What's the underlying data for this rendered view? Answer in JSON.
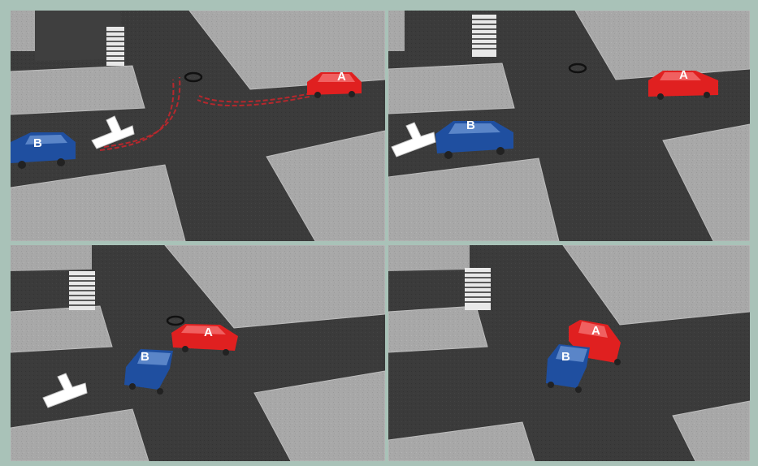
{
  "panels": [
    {
      "car_a_label": "A",
      "car_b_label": "B"
    },
    {
      "car_a_label": "A",
      "car_b_label": "B"
    },
    {
      "car_a_label": "A",
      "car_b_label": "B"
    },
    {
      "car_a_label": "A",
      "car_b_label": "B"
    }
  ],
  "colors": {
    "frame": "#a9c2b8",
    "road": "#3a3a3a",
    "sidewalk": "#a7a7a7",
    "car_a": "#e02020",
    "car_b": "#1f4fa0",
    "tire_track": "#b5282d",
    "arrow": "#ffffff"
  },
  "icons": [
    "turn-arrow-icon",
    "manhole-icon",
    "crosswalk-icon"
  ]
}
